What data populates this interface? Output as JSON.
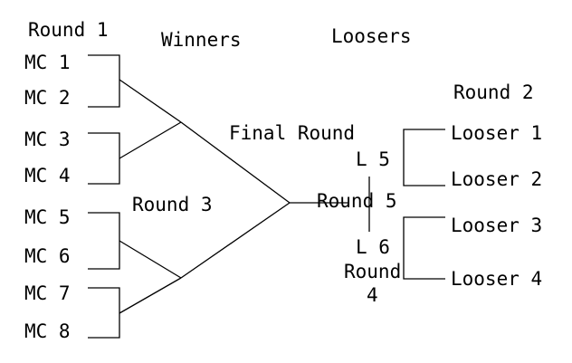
{
  "headers": {
    "round1": "Round 1",
    "winners": "Winners",
    "loosers": "Loosers",
    "round2": "Round 2",
    "final_round": "Final Round",
    "round3": "Round 3",
    "round5": "Round 5",
    "round4_line1": "Round",
    "round4_line2": "4"
  },
  "winners_bracket": {
    "entrants": [
      "MC 1",
      "MC 2",
      "MC 3",
      "MC 4",
      "MC 5",
      "MC 6",
      "MC 7",
      "MC 8"
    ]
  },
  "losers_bracket": {
    "entrants": [
      "Looser 1",
      "Looser 2",
      "Looser 3",
      "Looser 4"
    ],
    "l5": "L 5",
    "l6": "L 6"
  }
}
